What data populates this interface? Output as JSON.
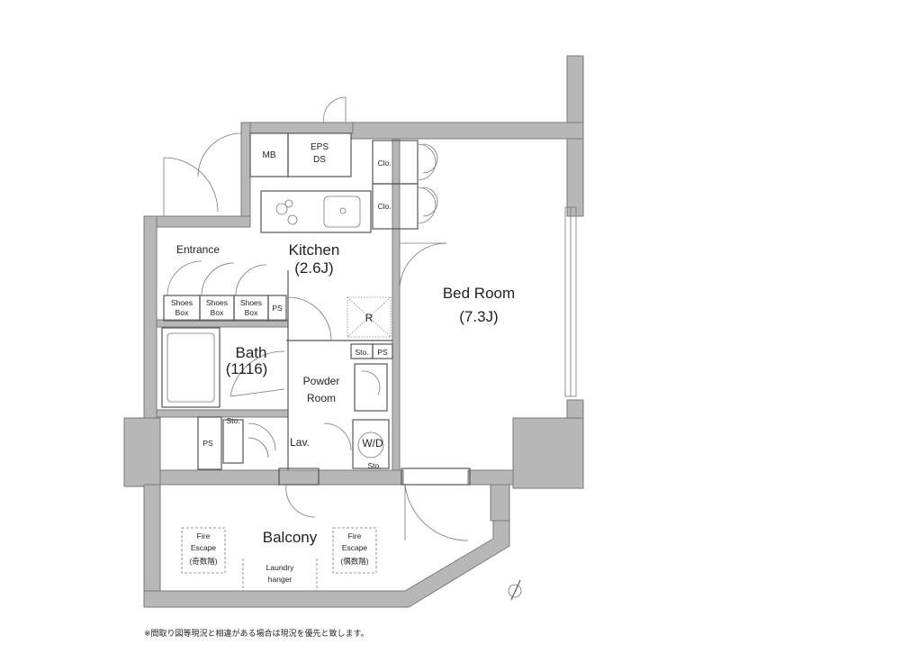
{
  "rooms": {
    "mb": "MB",
    "eps": "EPS",
    "ds": "DS",
    "clo1": "Clo.",
    "clo2": "Clo.",
    "entrance": "Entrance",
    "kitchen": "Kitchen",
    "kitchen_size": "(2.6J)",
    "bedroom": "Bed Room",
    "bedroom_size": "(7.3J)",
    "shoes1_a": "Shoes",
    "shoes1_b": "Box",
    "shoes2_a": "Shoes",
    "shoes2_b": "Box",
    "shoes3_a": "Shoes",
    "shoes3_b": "Box",
    "ps1": "PS",
    "r": "R",
    "sto1": "Sto.",
    "ps2": "PS",
    "bath": "Bath",
    "bath_size": "(1116)",
    "powder1": "Powder",
    "powder2": "Room",
    "sto2": "Sto.",
    "ps3": "PS",
    "lav": "Lav.",
    "wd": "W/D",
    "sto3": "Sto.",
    "balcony": "Balcony",
    "fire1_a": "Fire",
    "fire1_b": "Escape",
    "fire1_c": "(奇数階)",
    "fire2_a": "Fire",
    "fire2_b": "Escape",
    "fire2_c": "(偶数階)",
    "laundry_a": "Laundry",
    "laundry_b": "hanger"
  },
  "note": "※間取り図等現況と相違がある場合は現況を優先と致します。"
}
